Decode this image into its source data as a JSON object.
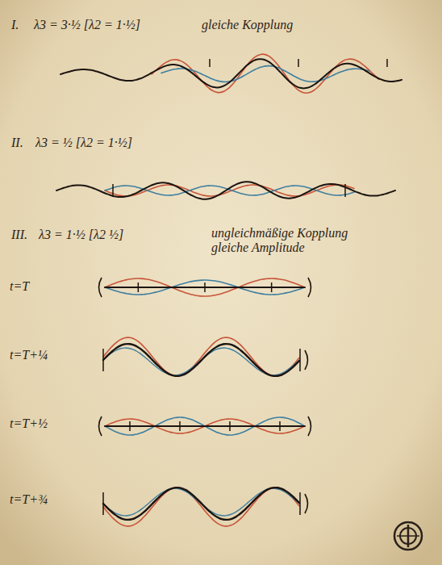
{
  "diagram": {
    "labels": [
      "I.",
      "λ3 = 3·½ [λ2 = 1·½]",
      "gleiche Kopplung",
      "II.",
      "λ3 = ½ [λ2 = 1·½]",
      "III.",
      "λ3 = 1·½ [λ2 ½]",
      "ungleichmäßige Kopplung gleiche Amplitude",
      "t=T",
      "t=T+¼",
      "t=T+½",
      "t=T+¾"
    ]
  }
}
